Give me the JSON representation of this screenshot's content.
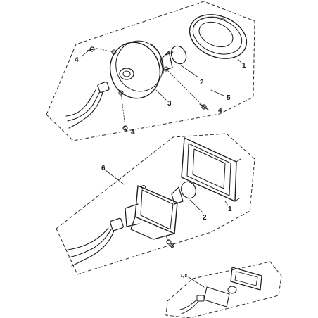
{
  "callouts": {
    "a_lens": "1",
    "a_bulb": "2",
    "a_housing": "3",
    "a_screw_top": "4",
    "a_screw_right": "4",
    "a_screw_bottom": "4",
    "a_assembly": "5",
    "b_assembly": "6",
    "b_lens": "1",
    "b_bulb": "2",
    "b_housing": "3",
    "c_parts": "7, 8"
  }
}
